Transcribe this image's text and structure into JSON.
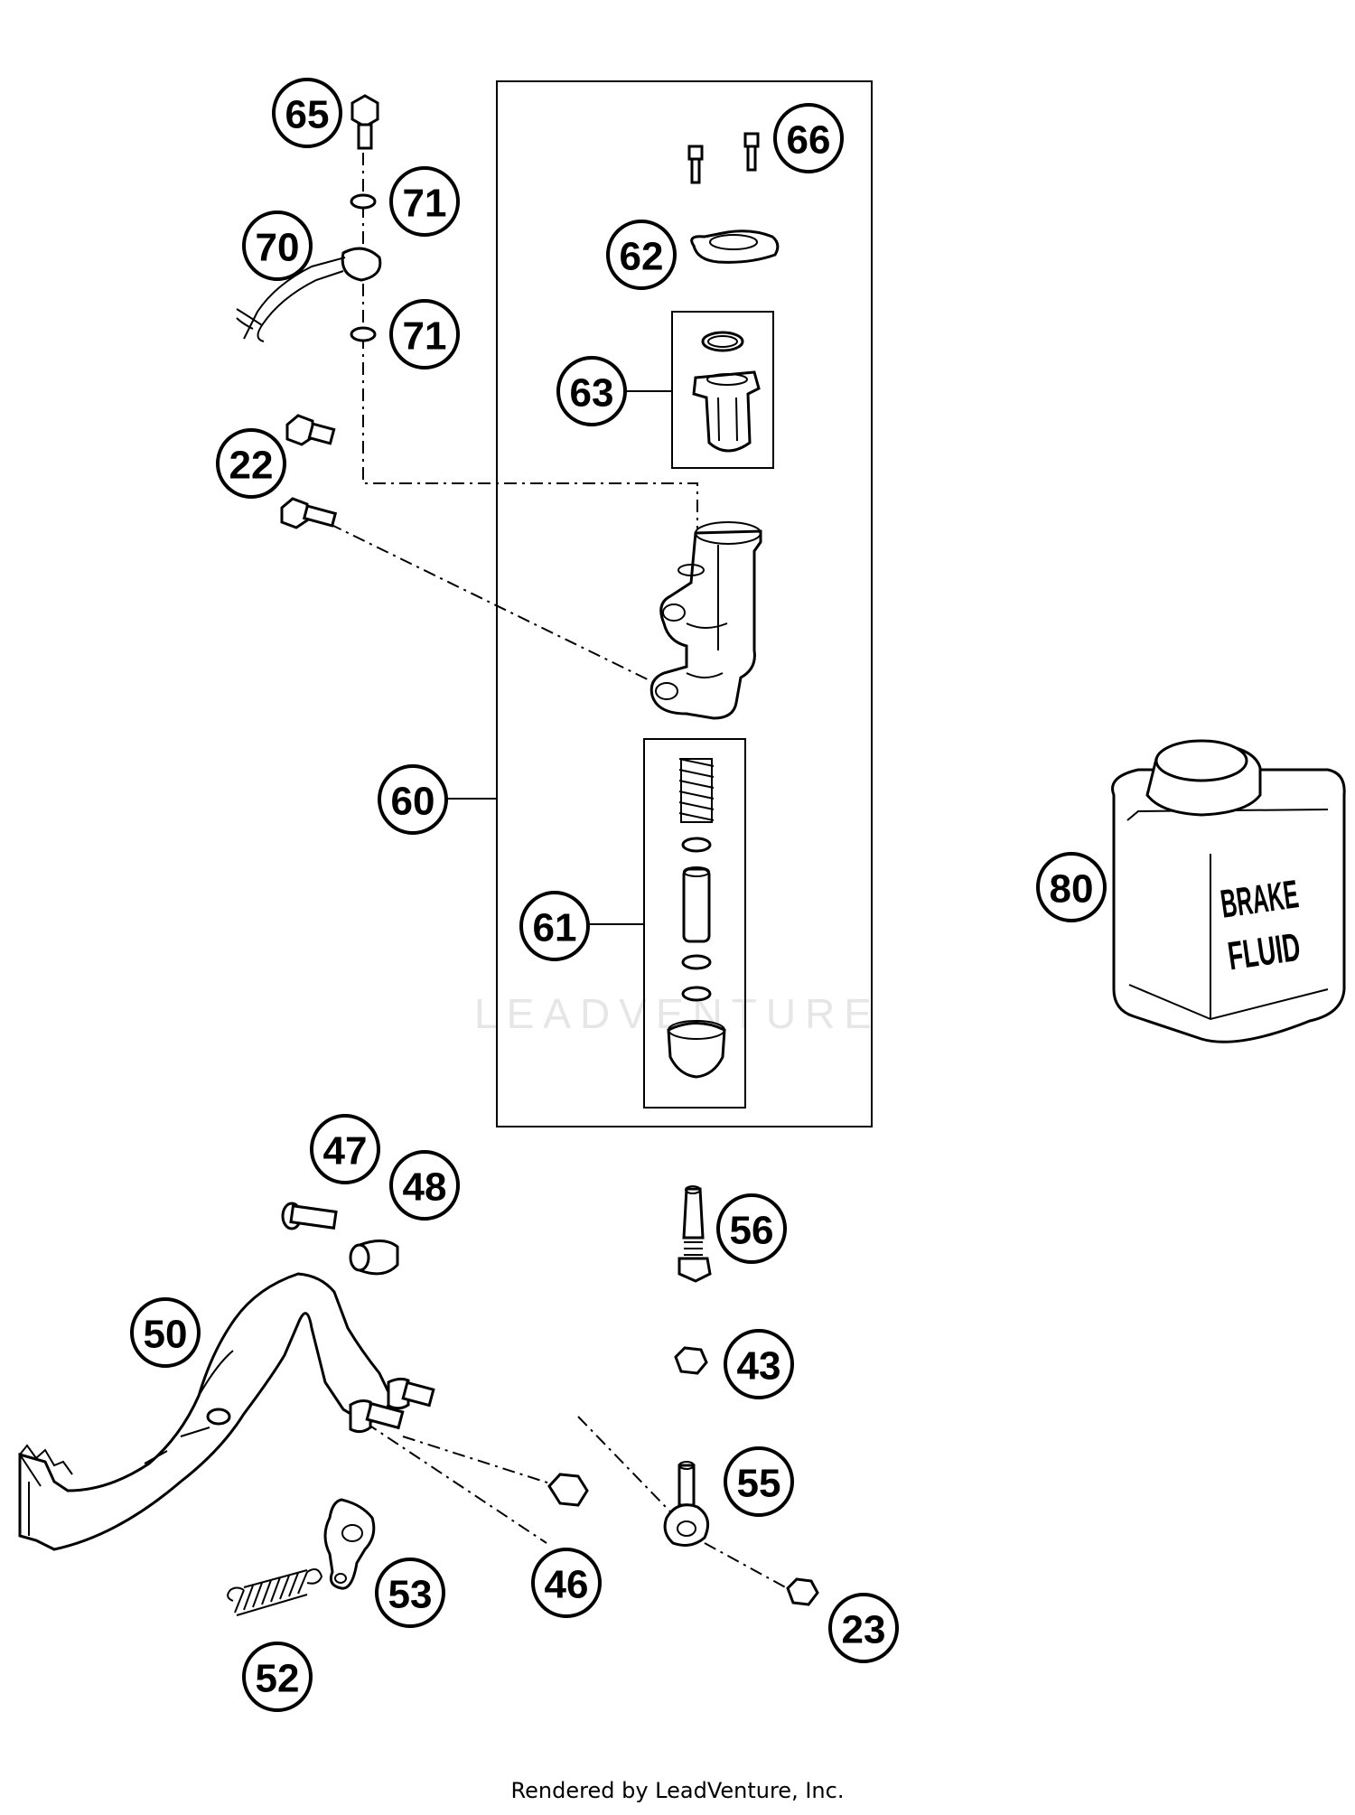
{
  "watermark": "LEADVENTURE",
  "footer": "Rendered by LeadVenture, Inc.",
  "bottle_label": [
    "BRAKE",
    "FLUID"
  ],
  "callouts": [
    "65",
    "71",
    "70",
    "71",
    "66",
    "62",
    "63",
    "22",
    "60",
    "61",
    "80",
    "47",
    "48",
    "56",
    "50",
    "43",
    "55",
    "46",
    "53",
    "23",
    "52"
  ]
}
